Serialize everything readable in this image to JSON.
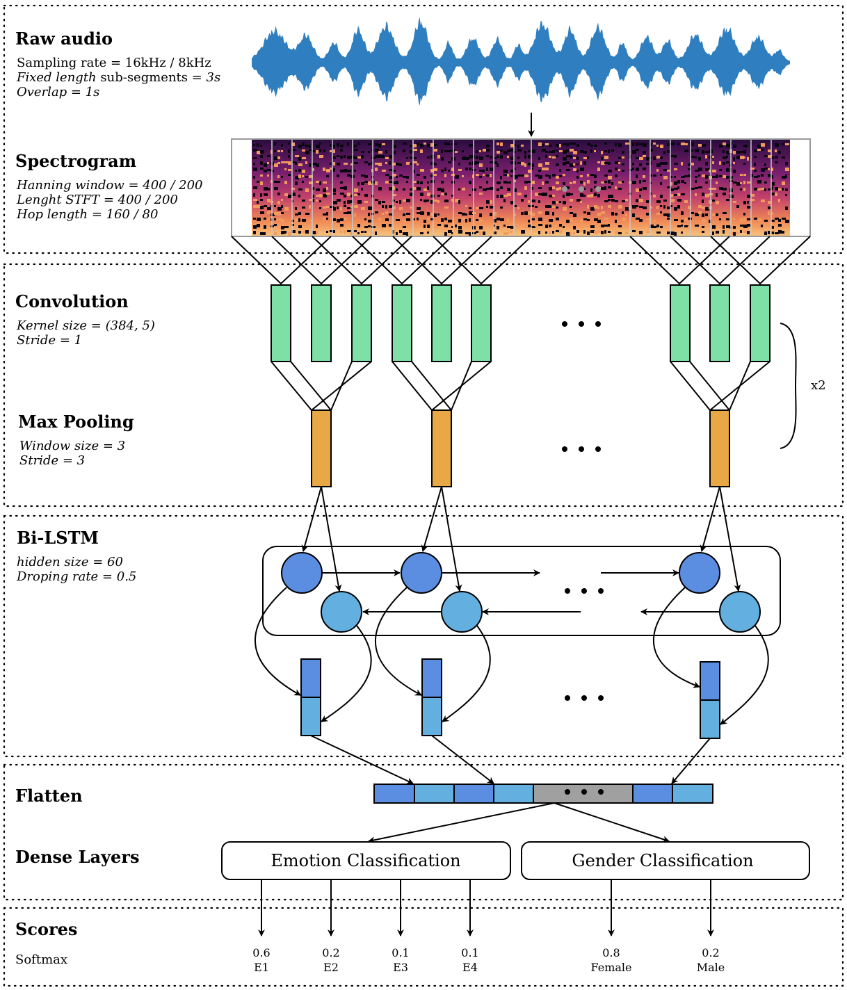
{
  "sections": {
    "raw_audio": {
      "title": "Raw audio",
      "line1": "Sampling rate = 16kHz / 8kHz",
      "line2_italic": "Fixed length",
      "line2_rest": " sub-segments = ",
      "line2_value": "3s",
      "line3": "Overlap = 1s"
    },
    "spectrogram": {
      "title": "Spectrogram",
      "line1": "Hanning window = 400 / 200",
      "line2": "Lenght STFT = 400 / 200",
      "line3": "Hop length = 160 / 80"
    },
    "convolution": {
      "title": "Convolution",
      "line1": "Kernel size = (384, 5)",
      "line2": "Stride = 1"
    },
    "max_pooling": {
      "title": "Max Pooling",
      "line1": "Window size = 3",
      "line2": "Stride = 3"
    },
    "bilstm": {
      "title": "Bi-LSTM",
      "line1": "hidden size = 60",
      "line2": "Droping rate = 0.5"
    },
    "flatten": {
      "title": "Flatten"
    },
    "dense": {
      "title": "Dense Layers"
    },
    "scores": {
      "title": "Scores",
      "line1": "Softmax"
    }
  },
  "repeat_label": "x2",
  "dense_boxes": {
    "emotion": "Emotion Classification",
    "gender": "Gender Classification"
  },
  "scores": [
    {
      "value": "0.6",
      "label": "E1"
    },
    {
      "value": "0.2",
      "label": "E2"
    },
    {
      "value": "0.1",
      "label": "E3"
    },
    {
      "value": "0.1",
      "label": "E4"
    },
    {
      "value": "0.8",
      "label": "Female"
    },
    {
      "value": "0.2",
      "label": "Male"
    }
  ],
  "colors": {
    "conv": "#7ee0a6",
    "pool": "#e8a845",
    "lstm_forward": "#5b8de0",
    "lstm_backward": "#63b0e0",
    "flatten_gap": "#a0a0a0",
    "waveform": "#2f7fc0",
    "border_dots": "#000000"
  }
}
